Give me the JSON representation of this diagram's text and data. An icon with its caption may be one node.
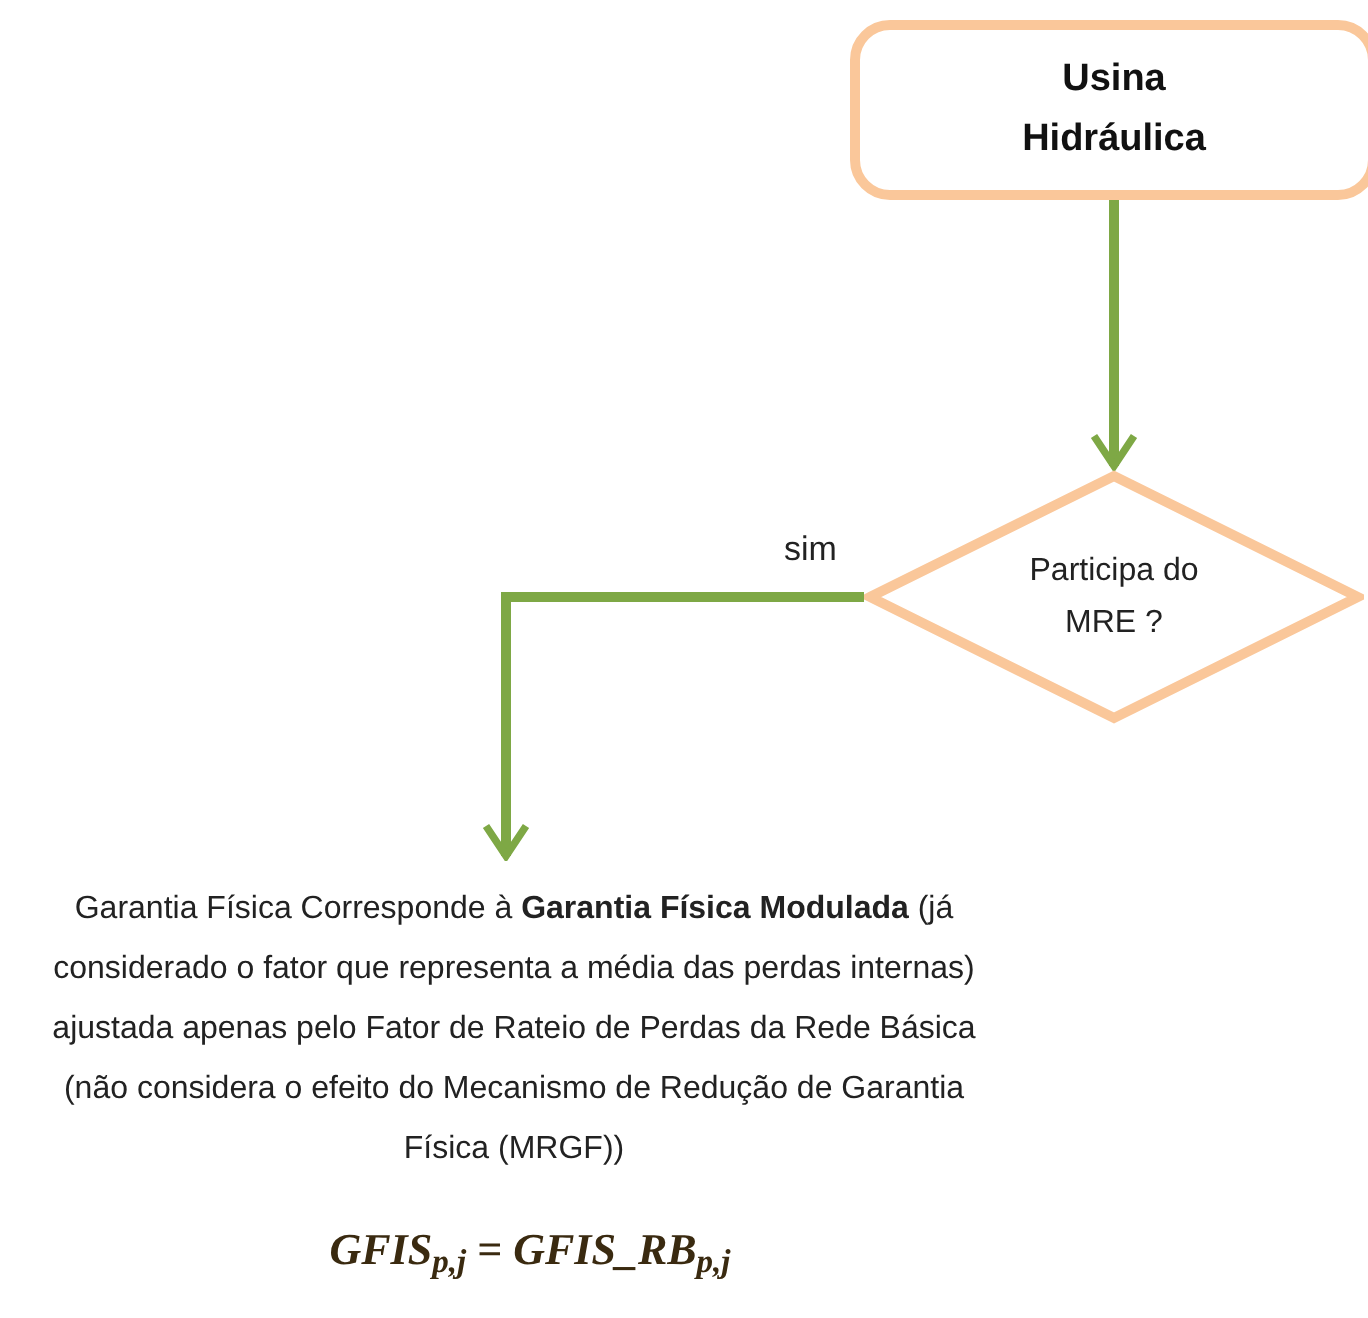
{
  "diagram": {
    "nodes": [
      {
        "text": [
          "Usina Hidráulica"
        ]
      },
      {
        "text": [
          "Participa do MRE ?"
        ]
      },
      {
        "text": [
          "Garantia Física Corresponde à **Garantia Física Modulada** (já considerado o fator que representa a média das perdas internas) ajustada apenas pelo Fator de Rateio de Perdas da Rede Básica",
          "(não considera o efeito do Mecanismo de Redução de Garantia Física (MRGF))"
        ]
      }
    ],
    "edges": [
      {
        "from": 0,
        "to": 1,
        "arrow": "to"
      },
      {
        "from": 1,
        "to": 2,
        "arrow": "to",
        "label": "sim"
      }
    ],
    "labels": [
      "GFIS$_{p,j}$ = GFIS_RB$_{p,j}$"
    ]
  }
}
